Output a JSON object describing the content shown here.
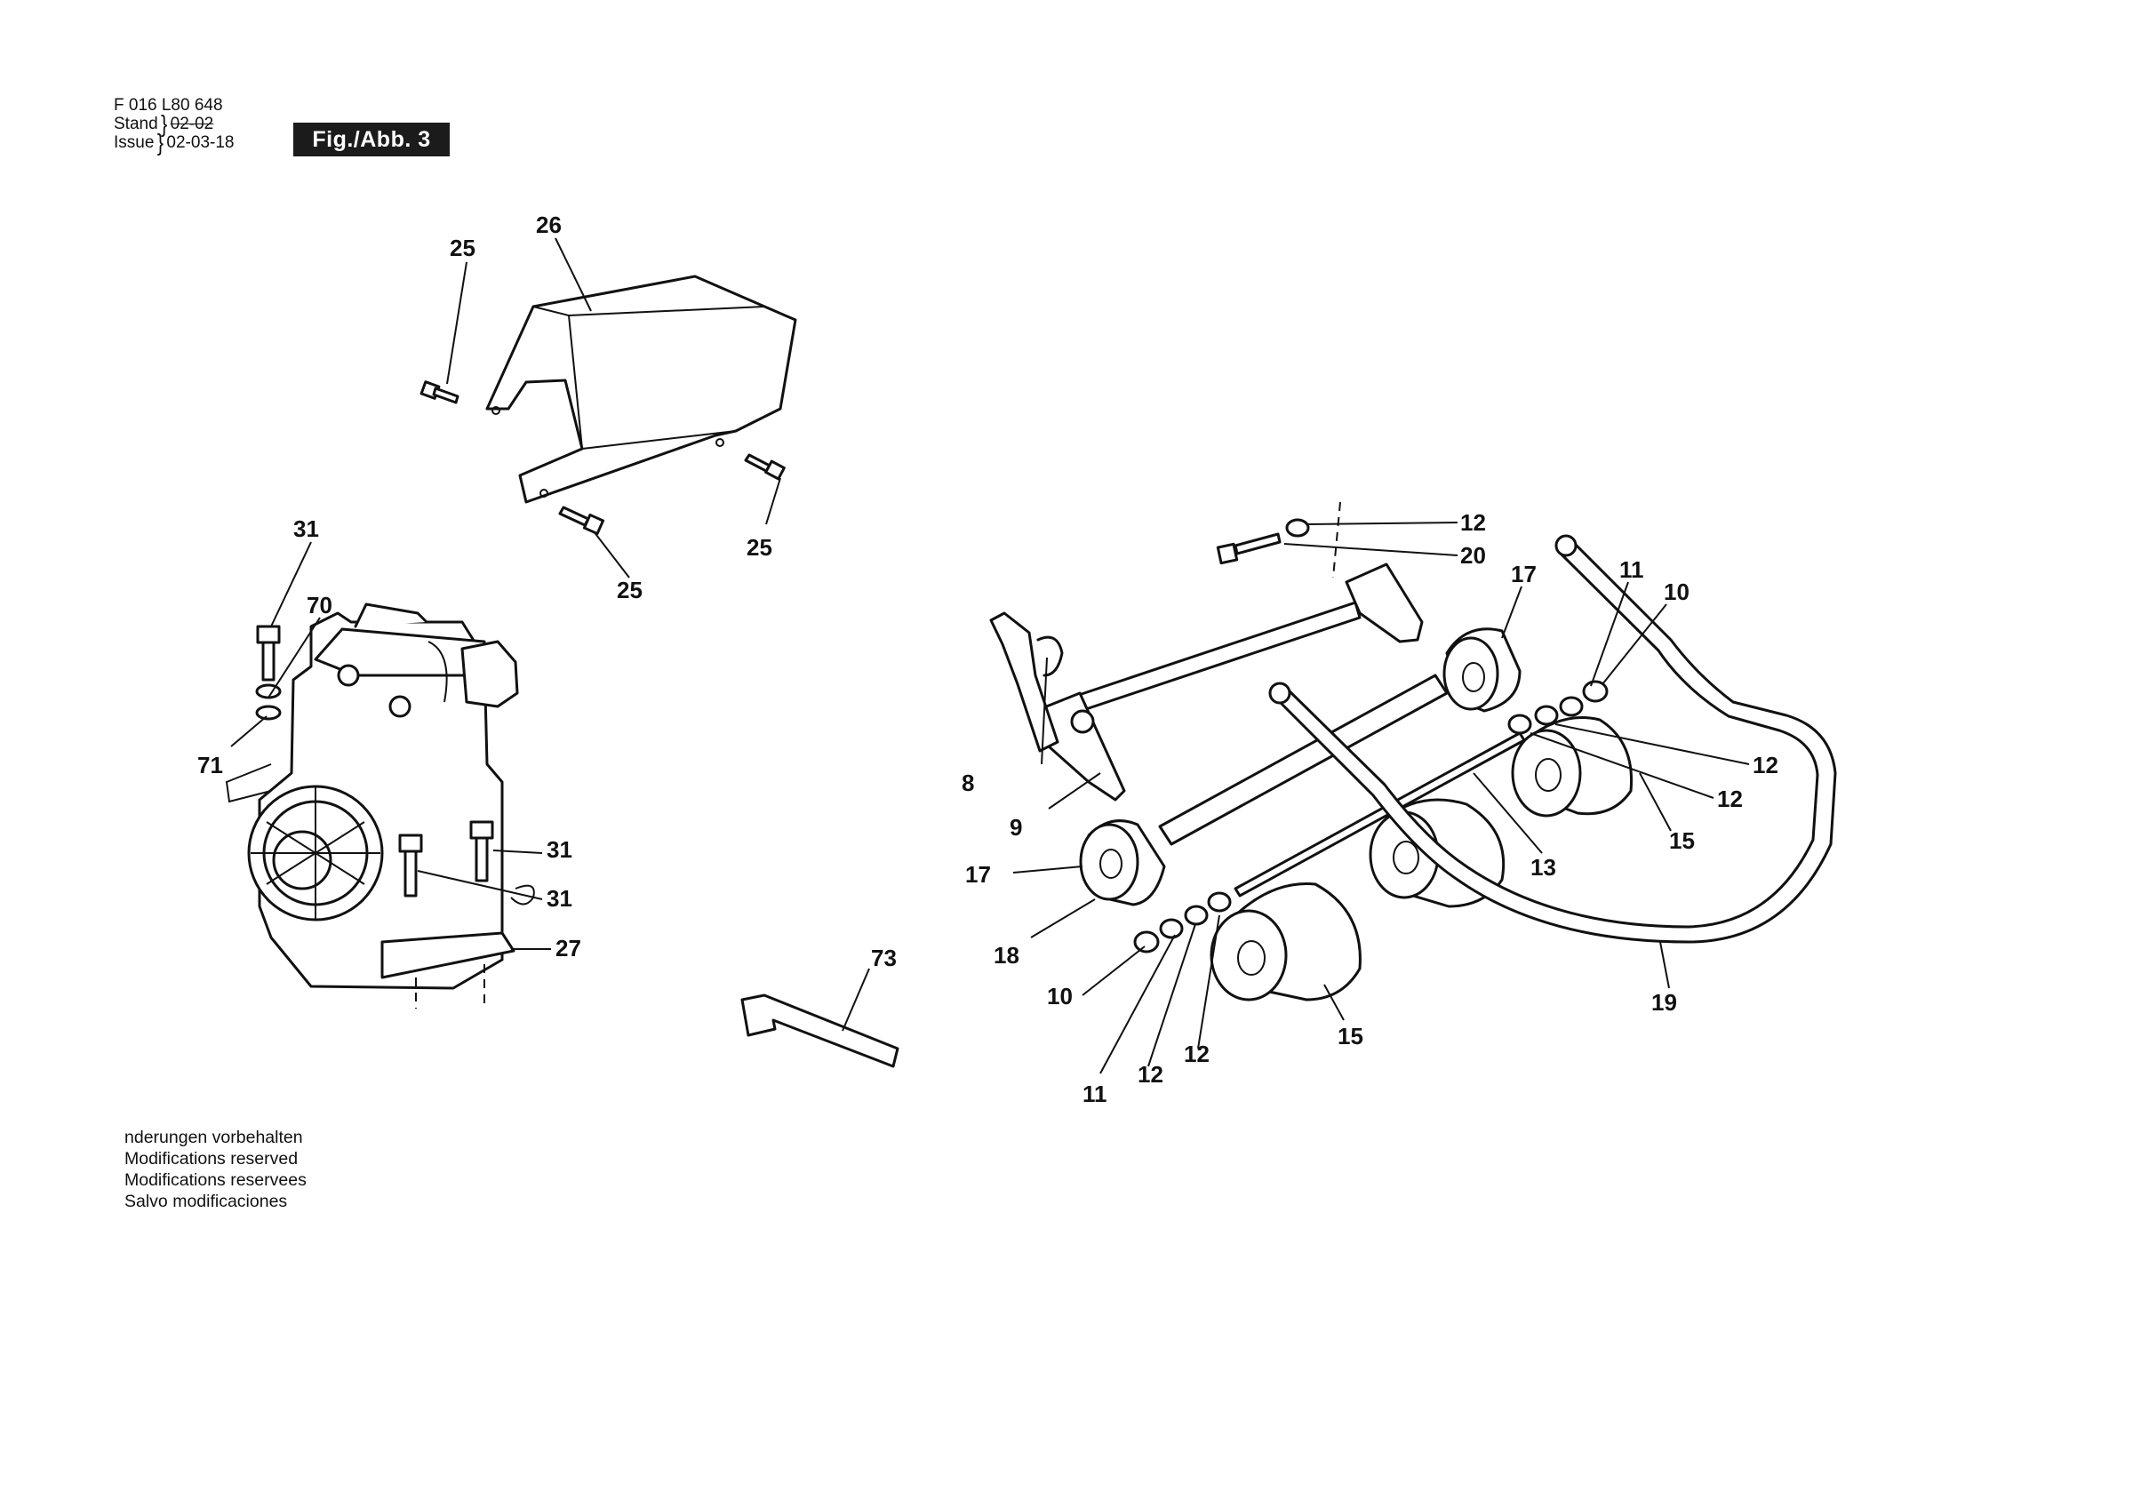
{
  "header": {
    "part_number": "F 016 L80 648",
    "stand_label": "Stand",
    "issue_label": "Issue",
    "stand_value_struck": "02-02",
    "issue_value": "02-03-18",
    "figure_label": "Fig./Abb. 3"
  },
  "notes": [
    "nderungen vorbehalten",
    "Modifications reserved",
    "Modifications reservees",
    "Salvo modificaciones"
  ],
  "callouts": [
    {
      "id": "c26",
      "label": "26"
    },
    {
      "id": "c25a",
      "label": "25"
    },
    {
      "id": "c25b",
      "label": "25"
    },
    {
      "id": "c25c",
      "label": "25"
    },
    {
      "id": "c31a",
      "label": "31"
    },
    {
      "id": "c70",
      "label": "70"
    },
    {
      "id": "c71",
      "label": "71"
    },
    {
      "id": "c31b",
      "label": "31"
    },
    {
      "id": "c31c",
      "label": "31"
    },
    {
      "id": "c27",
      "label": "27"
    },
    {
      "id": "c73",
      "label": "73"
    },
    {
      "id": "c12a",
      "label": "12"
    },
    {
      "id": "c20",
      "label": "20"
    },
    {
      "id": "c17a",
      "label": "17"
    },
    {
      "id": "c11a",
      "label": "11"
    },
    {
      "id": "c10a",
      "label": "10"
    },
    {
      "id": "c8",
      "label": "8"
    },
    {
      "id": "c9",
      "label": "9"
    },
    {
      "id": "c12b",
      "label": "12"
    },
    {
      "id": "c12c",
      "label": "12"
    },
    {
      "id": "c15a",
      "label": "15"
    },
    {
      "id": "c13",
      "label": "13"
    },
    {
      "id": "c17b",
      "label": "17"
    },
    {
      "id": "c18",
      "label": "18"
    },
    {
      "id": "c10b",
      "label": "10"
    },
    {
      "id": "c11b",
      "label": "11"
    },
    {
      "id": "c12d",
      "label": "12"
    },
    {
      "id": "c12e",
      "label": "12"
    },
    {
      "id": "c15b",
      "label": "15"
    },
    {
      "id": "c19",
      "label": "19"
    }
  ]
}
